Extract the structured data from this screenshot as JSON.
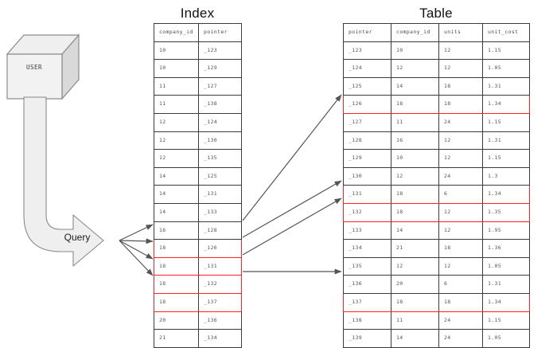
{
  "diagram": {
    "user_box_label": "USER",
    "query_label": "Query",
    "index_title": "Index",
    "table_title": "Table",
    "highlight_color": "#ff2222",
    "shape_fill": "#efefef",
    "shape_stroke": "#7a7a7a"
  },
  "index": {
    "title": "Index",
    "columns": [
      "company_id",
      "pointer"
    ],
    "rows": [
      {
        "company_id": "10",
        "pointer": "_123",
        "highlight": false
      },
      {
        "company_id": "10",
        "pointer": "_129",
        "highlight": false
      },
      {
        "company_id": "11",
        "pointer": "_127",
        "highlight": false
      },
      {
        "company_id": "11",
        "pointer": "_138",
        "highlight": false
      },
      {
        "company_id": "12",
        "pointer": "_124",
        "highlight": false
      },
      {
        "company_id": "12",
        "pointer": "_130",
        "highlight": false
      },
      {
        "company_id": "12",
        "pointer": "_135",
        "highlight": false
      },
      {
        "company_id": "14",
        "pointer": "_125",
        "highlight": false
      },
      {
        "company_id": "14",
        "pointer": "_131",
        "highlight": false
      },
      {
        "company_id": "14",
        "pointer": "_133",
        "highlight": false
      },
      {
        "company_id": "16",
        "pointer": "_128",
        "highlight": false
      },
      {
        "company_id": "18",
        "pointer": "_126",
        "highlight": true
      },
      {
        "company_id": "18",
        "pointer": "_131",
        "highlight": true
      },
      {
        "company_id": "18",
        "pointer": "_132",
        "highlight": true
      },
      {
        "company_id": "18",
        "pointer": "_137",
        "highlight": true
      },
      {
        "company_id": "20",
        "pointer": "_136",
        "highlight": false
      },
      {
        "company_id": "21",
        "pointer": "_134",
        "highlight": false
      }
    ]
  },
  "table": {
    "title": "Table",
    "columns": [
      "pointer",
      "company_id",
      "units",
      "unit_cost"
    ],
    "rows": [
      {
        "pointer": "_123",
        "company_id": "10",
        "units": "12",
        "unit_cost": "1.15",
        "highlight": false
      },
      {
        "pointer": "_124",
        "company_id": "12",
        "units": "12",
        "unit_cost": "1.05",
        "highlight": false
      },
      {
        "pointer": "_125",
        "company_id": "14",
        "units": "18",
        "unit_cost": "1.31",
        "highlight": false
      },
      {
        "pointer": "_126",
        "company_id": "18",
        "units": "18",
        "unit_cost": "1.34",
        "highlight": true
      },
      {
        "pointer": "_127",
        "company_id": "11",
        "units": "24",
        "unit_cost": "1.15",
        "highlight": false
      },
      {
        "pointer": "_128",
        "company_id": "16",
        "units": "12",
        "unit_cost": "1.31",
        "highlight": false
      },
      {
        "pointer": "_129",
        "company_id": "10",
        "units": "12",
        "unit_cost": "1.15",
        "highlight": false
      },
      {
        "pointer": "_130",
        "company_id": "12",
        "units": "24",
        "unit_cost": "1.3",
        "highlight": false
      },
      {
        "pointer": "_131",
        "company_id": "18",
        "units": "6",
        "unit_cost": "1.34",
        "highlight": true
      },
      {
        "pointer": "_132",
        "company_id": "18",
        "units": "12",
        "unit_cost": "1.35",
        "highlight": true
      },
      {
        "pointer": "_133",
        "company_id": "14",
        "units": "12",
        "unit_cost": "1.95",
        "highlight": false
      },
      {
        "pointer": "_134",
        "company_id": "21",
        "units": "18",
        "unit_cost": "1.36",
        "highlight": false
      },
      {
        "pointer": "_135",
        "company_id": "12",
        "units": "12",
        "unit_cost": "1.05",
        "highlight": false
      },
      {
        "pointer": "_136",
        "company_id": "20",
        "units": "6",
        "unit_cost": "1.31",
        "highlight": false
      },
      {
        "pointer": "_137",
        "company_id": "18",
        "units": "18",
        "unit_cost": "1.34",
        "highlight": true
      },
      {
        "pointer": "_138",
        "company_id": "11",
        "units": "24",
        "unit_cost": "1.15",
        "highlight": false
      },
      {
        "pointer": "_139",
        "company_id": "14",
        "units": "24",
        "unit_cost": "1.05",
        "highlight": false
      }
    ]
  }
}
